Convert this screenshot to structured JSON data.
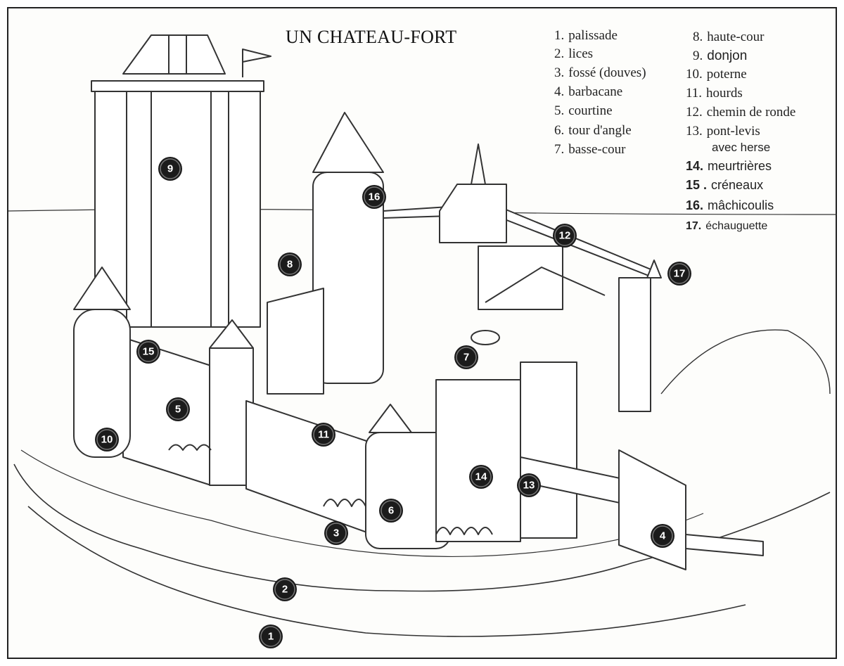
{
  "title": "UN CHATEAU-FORT",
  "legend": [
    {
      "num": "1.",
      "label": "palissade"
    },
    {
      "num": "2.",
      "label": "lices"
    },
    {
      "num": "3.",
      "label": "fossé (douves)"
    },
    {
      "num": "4.",
      "label": "barbacane"
    },
    {
      "num": "5.",
      "label": "courtine"
    },
    {
      "num": "6.",
      "label": "tour d'angle"
    },
    {
      "num": "7.",
      "label": "basse-cour"
    },
    {
      "num": "8.",
      "label": "haute-cour"
    },
    {
      "num": "9.",
      "label": "donjon"
    },
    {
      "num": "10.",
      "label": "poterne"
    },
    {
      "num": "11.",
      "label": "hourds"
    },
    {
      "num": "12.",
      "label": "chemin de ronde"
    },
    {
      "num": "13.",
      "label": "pont-levis",
      "label2": "avec herse"
    },
    {
      "num": "14.",
      "label": "meurtrières"
    },
    {
      "num": "15 .",
      "label": "créneaux"
    },
    {
      "num": "16.",
      "label": "mâchicoulis"
    },
    {
      "num": "17.",
      "label": "échauguette"
    }
  ],
  "markers": [
    "1",
    "2",
    "3",
    "4",
    "5",
    "6",
    "7",
    "8",
    "9",
    "10",
    "11",
    "12",
    "13",
    "14",
    "15",
    "16",
    "17"
  ],
  "colors": {
    "ink": "#1b1b1b",
    "paper": "#fdfdfb",
    "line": "#333333"
  }
}
